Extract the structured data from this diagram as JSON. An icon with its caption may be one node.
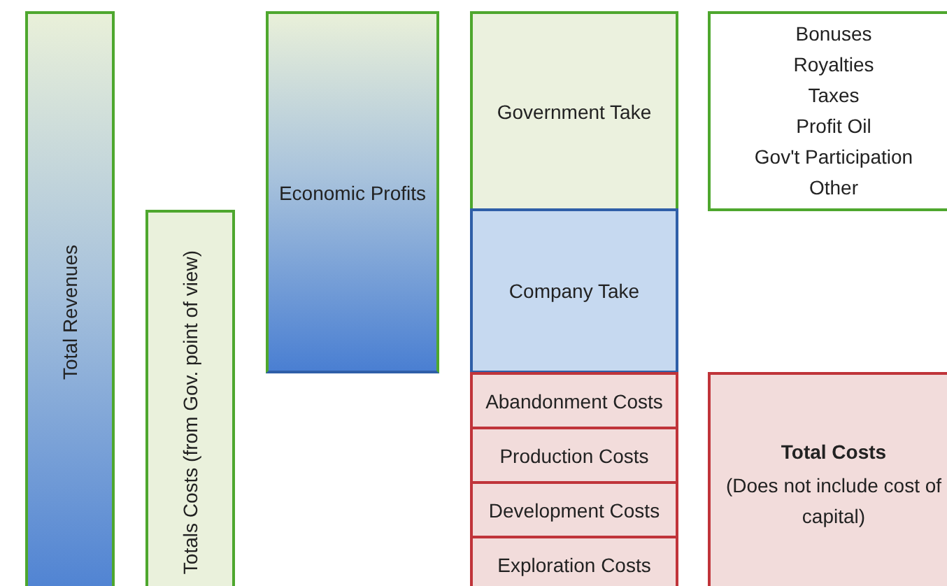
{
  "diagram": {
    "nodes": [
      {
        "text": [
          "Total Revenues"
        ]
      },
      {
        "text": [
          "Totals Costs (from Gov. point of view)"
        ]
      },
      {
        "text": [
          "Economic Profits"
        ]
      },
      {
        "text": [
          "Government Take"
        ]
      },
      {
        "text": [
          "Company Take"
        ]
      },
      {
        "text": [
          "Abandonment Costs"
        ]
      },
      {
        "text": [
          "Production Costs"
        ]
      },
      {
        "text": [
          "Development Costs"
        ]
      },
      {
        "text": [
          "Exploration Costs"
        ]
      },
      {
        "text": [
          "Bonuses",
          "Royalties",
          "Taxes",
          "Profit Oil",
          "Gov't Participation",
          "Other"
        ]
      },
      {
        "text": [
          "Total Costs",
          "(Does not include cost of capital)"
        ]
      }
    ]
  }
}
